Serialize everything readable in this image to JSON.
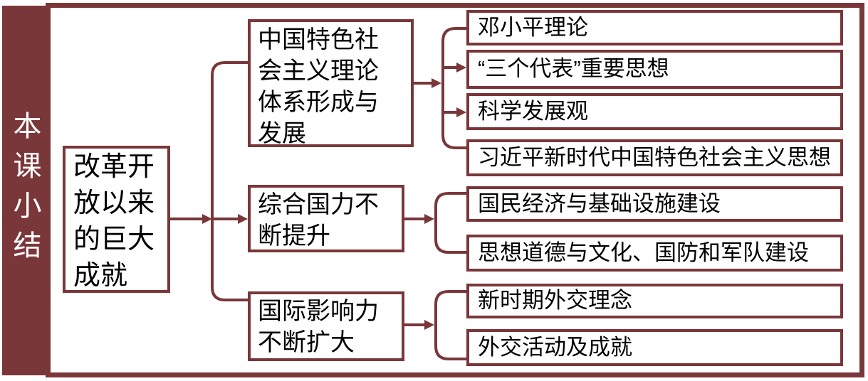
{
  "colors": {
    "accent": "#7A3739",
    "box_border": "#7A3739",
    "sidebar_background": "#7A3739",
    "sidebar_text": "#FFFFFF",
    "text": "#000000",
    "background": "#FFFFFF"
  },
  "sidebar": {
    "title": "本课小结"
  },
  "diagram": {
    "root": {
      "label": "改革开\n放以来\n的巨大\n成就"
    },
    "branches": [
      {
        "label": "中国特色社\n会主义理论\n体系形成与\n发展",
        "children": [
          "邓小平理论",
          "“三个代表”重要思想",
          "科学发展观",
          "习近平新时代中国特色社会主义思想"
        ]
      },
      {
        "label": "综合国力不\n断提升",
        "children": [
          "国民经济与基础设施建设",
          "思想道德与文化、国防和军队建设"
        ]
      },
      {
        "label": "国际影响力\n不断扩大",
        "children": [
          "新时期外交理念",
          "外交活动及成就"
        ]
      }
    ]
  }
}
